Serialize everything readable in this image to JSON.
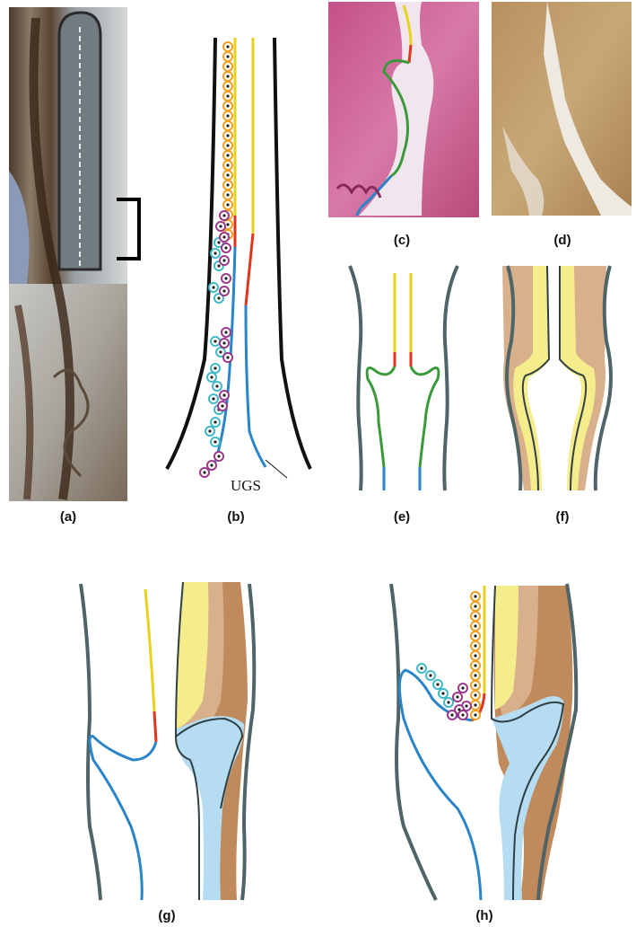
{
  "figure": {
    "panels": [
      {
        "id": "a",
        "label": "(a)",
        "kind": "histology-micrograph",
        "stain": "immunostain (brown) on grey"
      },
      {
        "id": "b",
        "label": "(b)",
        "kind": "schematic",
        "annotation": "UGS"
      },
      {
        "id": "c",
        "label": "(c)",
        "kind": "histology-micrograph",
        "stain": "H&E with traced outlines"
      },
      {
        "id": "d",
        "label": "(d)",
        "kind": "histology-micrograph",
        "stain": "immunostain (brown)"
      },
      {
        "id": "e",
        "label": "(e)",
        "kind": "schematic"
      },
      {
        "id": "f",
        "label": "(f)",
        "kind": "schematic"
      },
      {
        "id": "g",
        "label": "(g)",
        "kind": "schematic"
      },
      {
        "id": "h",
        "label": "(h)",
        "kind": "schematic"
      }
    ],
    "colors": {
      "outer_wall": "#4f6466",
      "black_wall": "#111111",
      "yellow_epithelium": "#e8d21c",
      "red_junction": "#e0341c",
      "green_epithelium": "#3a9a3a",
      "blue_epithelium": "#2a84c8",
      "yellow_fill": "#f5ec8c",
      "tan_fill": "#d8b08c",
      "brown_fill": "#c08a5c",
      "light_blue_fill": "#b6dcf2",
      "orange_cell": "#f0a020",
      "cyan_cell": "#40b8c8",
      "magenta_cell": "#9a3a8a"
    }
  }
}
